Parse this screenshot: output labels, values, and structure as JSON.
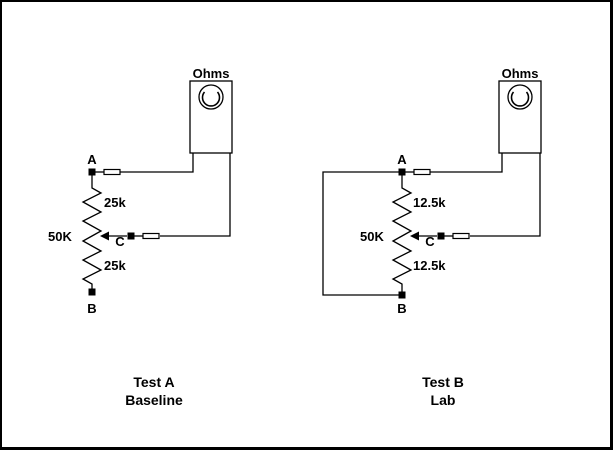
{
  "tests": [
    {
      "id": "test-a",
      "meter_label": "Ohms",
      "terminal_a": "A",
      "terminal_b": "B",
      "terminal_c": "C",
      "pot_value": "50K",
      "upper_section": "25k",
      "lower_section": "25k",
      "caption_line1": "Test A",
      "caption_line2": "Baseline"
    },
    {
      "id": "test-b",
      "meter_label": "Ohms",
      "terminal_a": "A",
      "terminal_b": "B",
      "terminal_c": "C",
      "pot_value": "50K",
      "upper_section": "12.5k",
      "lower_section": "12.5k",
      "caption_line1": "Test B",
      "caption_line2": "Lab"
    }
  ]
}
